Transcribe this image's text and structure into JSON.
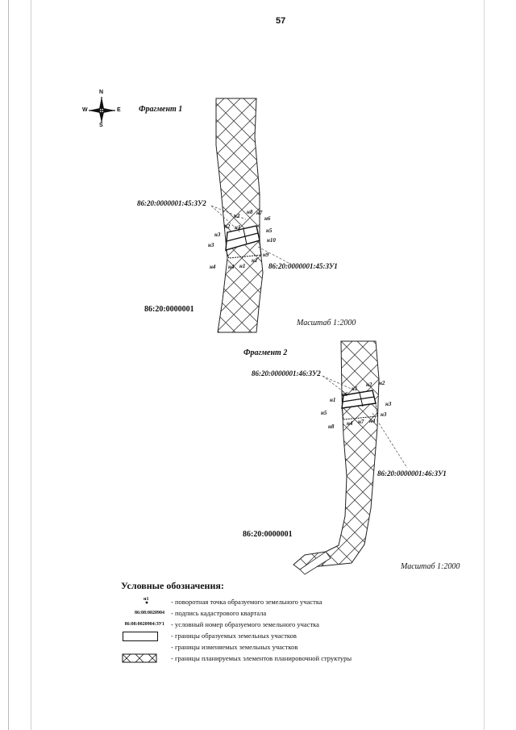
{
  "page": {
    "number": "57"
  },
  "compass": {
    "n": "N",
    "s": "S",
    "w": "W",
    "e": "E"
  },
  "fragment1": {
    "title": "Фрагмент 1",
    "scale": "Масштаб 1:2000",
    "block": "86:20:0000001",
    "plot_upper": "86:20:0000001:45:ЗУ2",
    "plot_lower": "86:20:0000001:45:ЗУ1",
    "points": [
      "н2",
      "н2",
      "н1",
      "н3",
      "н8",
      "н7",
      "н6",
      "н5",
      "н10",
      "н3",
      "н9",
      "н4",
      "н4",
      "н1",
      "н1"
    ]
  },
  "fragment2": {
    "title": "Фрагмент 2",
    "scale": "Масштаб 1:2000",
    "block": "86:20:0000001",
    "plot_upper": "86:20:0000001:46:ЗУ2",
    "plot_lower": "86:20:0000001:46:ЗУ1",
    "points": [
      "н1",
      "н2",
      "н2",
      "н6",
      "н1",
      "н3",
      "н5",
      "н3",
      "н4",
      "н4",
      "н7",
      "н8"
    ]
  },
  "legend": {
    "title": "Условные обозначения:",
    "items": [
      {
        "symbol": "н1",
        "text": "- поворотная точка образуемого земельного участка"
      },
      {
        "symbol": "86:08:0020904",
        "text": "- подпись кадастрового квартала"
      },
      {
        "symbol": "86:08:0020904:ЗУ1",
        "text": "- условный номер образуемого земельного участка"
      },
      {
        "symbol": "",
        "text": "- границы образуемых земельных участков"
      },
      {
        "symbol": "",
        "text": "- границы изменяемых земельных участков"
      },
      {
        "symbol": "",
        "text": "- границы планируемых элементов планировочной структуры"
      }
    ]
  }
}
